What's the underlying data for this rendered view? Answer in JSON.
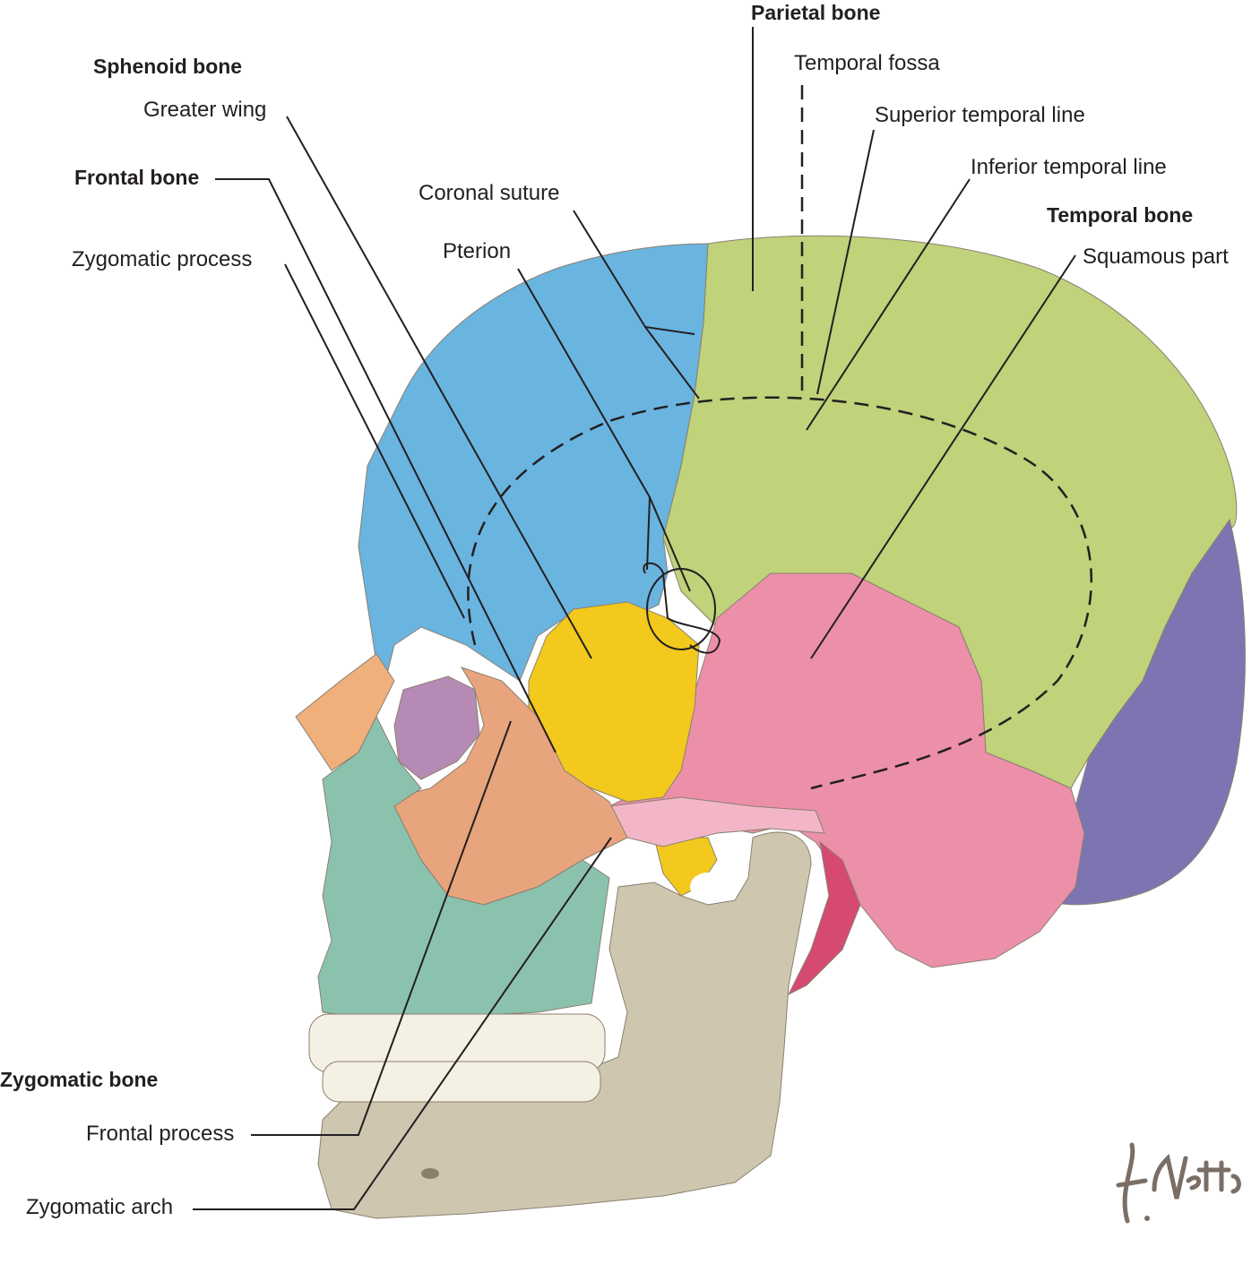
{
  "colors": {
    "frontal": "#6ab4e0",
    "parietal": "#c0d27a",
    "temporal": "#ec8fa9",
    "sphenoid": "#f2c91c",
    "occipital": "#7d75b2",
    "zygomatic": "#e8a47c",
    "maxilla": "#8bc2ae",
    "mandible": "#cfc6b0",
    "nasal": "#f0b07c",
    "orbit": "#b58ab5",
    "teeth": "#f4f0e4",
    "leader": "#231f20"
  },
  "labels": {
    "parietal_bone": "Parietal bone",
    "sphenoid_bone": "Sphenoid bone",
    "greater_wing": "Greater wing",
    "frontal_bone": "Frontal bone",
    "zygomatic_process": "Zygomatic  process",
    "coronal_suture": "Coronal suture",
    "pterion": "Pterion",
    "temporal_fossa": "Temporal fossa",
    "superior_temporal_line": "Superior temporal line",
    "inferior_temporal_line": "Inferior temporal line",
    "temporal_bone": "Temporal bone",
    "squamous_part": "Squamous part",
    "zygomatic_bone": "Zygomatic bone",
    "frontal_process": "Frontal process",
    "zygomatic_arch": "Zygomatic arch"
  },
  "signature": "F. Netter M.D."
}
